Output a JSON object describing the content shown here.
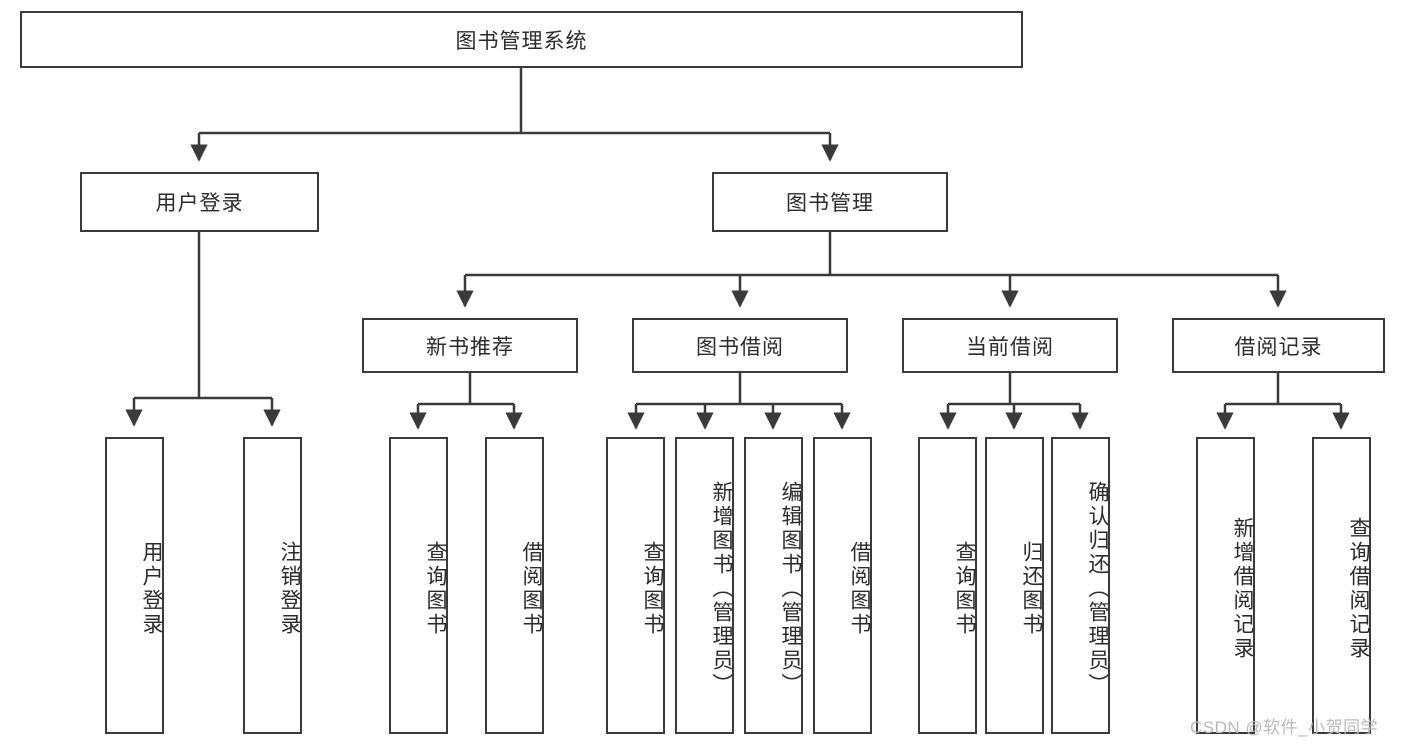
{
  "diagram": {
    "title": "图书管理系统",
    "root": {
      "label": "图书管理系统",
      "name": "root-node-book-management-system"
    },
    "level2": [
      {
        "label": "用户登录",
        "name": "node-user-login"
      },
      {
        "label": "图书管理",
        "name": "node-book-management"
      }
    ],
    "level3": [
      {
        "label": "新书推荐",
        "name": "node-new-book-recommendation"
      },
      {
        "label": "图书借阅",
        "name": "node-book-borrowing"
      },
      {
        "label": "当前借阅",
        "name": "node-current-borrowing"
      },
      {
        "label": "借阅记录",
        "name": "node-borrow-records"
      }
    ],
    "leaves": {
      "user_login": [
        {
          "label": "用户登录",
          "name": "leaf-user-login"
        },
        {
          "label": "注销登录",
          "name": "leaf-logout"
        }
      ],
      "new_book_recommendation": [
        {
          "label": "查询图书",
          "name": "leaf-query-book-recommend"
        },
        {
          "label": "借阅图书",
          "name": "leaf-borrow-book-recommend"
        }
      ],
      "book_borrowing": [
        {
          "label": "查询图书",
          "name": "leaf-query-book-borrowing"
        },
        {
          "label": "新增图书（管理员）",
          "name": "leaf-add-book-admin"
        },
        {
          "label": "编辑图书（管理员）",
          "name": "leaf-edit-book-admin"
        },
        {
          "label": "借阅图书",
          "name": "leaf-borrow-book-borrowing"
        }
      ],
      "current_borrowing": [
        {
          "label": "查询图书",
          "name": "leaf-query-book-current"
        },
        {
          "label": "归还图书",
          "name": "leaf-return-book"
        },
        {
          "label": "确认归还（管理员）",
          "name": "leaf-confirm-return-admin"
        }
      ],
      "borrow_records": [
        {
          "label": "新增借阅记录",
          "name": "leaf-add-borrow-record"
        },
        {
          "label": "查询借阅记录",
          "name": "leaf-query-borrow-record"
        }
      ]
    }
  },
  "watermark": {
    "text": "CSDN @软件_小贺同学"
  },
  "colors": {
    "border": "#3a3a3a",
    "text": "#2b2b2b",
    "background": "#ffffff",
    "watermark": "#b9b9b9"
  }
}
